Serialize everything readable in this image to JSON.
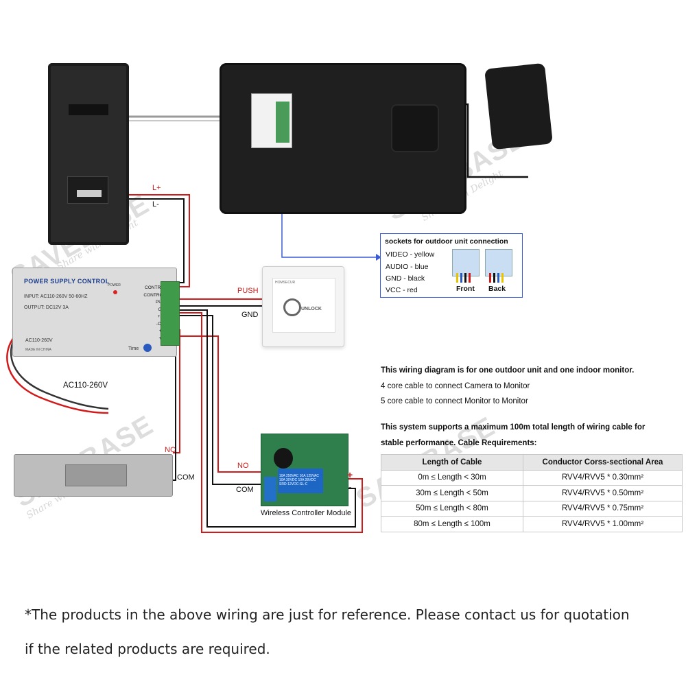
{
  "colors": {
    "wire_red": "#d21a1a",
    "wire_black": "#111111",
    "wire_grey": "#9a9a9a",
    "callout_blue": "#3b5bd6",
    "table_header": "#e6e6e6"
  },
  "watermark": {
    "brand": "SAVEBASE",
    "tagline": "Share with Delight"
  },
  "psu": {
    "title": "POWER SUPPLY CONTROL",
    "input": "INPUT: AC110-260V 50-60HZ",
    "output": "OUTPUT: DC12V  3A",
    "ac_label": "AC110-260V",
    "made_in": "MADE IN CHINA",
    "power": "POWER",
    "time": "Time",
    "terminals": [
      "CONTROL-",
      "CONTROL+",
      "PUSH",
      "GND",
      "+12V",
      "-COM",
      "+NC",
      "+NO"
    ],
    "caption": "AC110-260V"
  },
  "exit_button": {
    "brand": "HOMSECUR",
    "unlock": "UNLOCK"
  },
  "relay": {
    "spec1": "10A 250VAC  10A 125VAC",
    "spec2": "10A 30VDC  10A 28VDC",
    "model": "SRD-12VDC-SL-C",
    "caption": "Wireless Controller Module"
  },
  "wire_labels": {
    "l_plus": "L+",
    "l_minus": "L-",
    "push": "PUSH",
    "gnd": "GND",
    "nc": "NC",
    "com_lock": "COM",
    "no": "NO",
    "com_relay": "COM",
    "plus": "+",
    "minus": "-"
  },
  "legend": {
    "title": "sockets for outdoor unit connection",
    "rows": [
      "VIDEO - yellow",
      "AUDIO - blue",
      "GND - black",
      "VCC - red"
    ],
    "front": "Front",
    "back": "Back"
  },
  "notes": {
    "line1": "This wiring diagram is for one outdoor unit and one indoor monitor.",
    "line2": "4 core cable to connect Camera to Monitor",
    "line3": "5 core cable to connect Monitor to Monitor",
    "line4": "This system supports a maximum 100m total length of wiring cable for",
    "line5": "stable performance. Cable Requirements:"
  },
  "cable_table": {
    "headers": [
      "Length of Cable",
      "Conductor Corss-sectional Area"
    ],
    "rows": [
      [
        "0m ≤ Length < 30m",
        "RVV4/RVV5 * 0.30mm²"
      ],
      [
        "30m ≤ Length < 50m",
        "RVV4/RVV5 * 0.50mm²"
      ],
      [
        "50m ≤ Length < 80m",
        "RVV4/RVV5 * 0.75mm²"
      ],
      [
        "80m ≤ Length ≤ 100m",
        "RVV4/RVV5 * 1.00mm²"
      ]
    ]
  },
  "footer": {
    "line1": "*The products in the above wiring are just for reference. Please contact us for quotation",
    "line2": "if the related products are required."
  }
}
